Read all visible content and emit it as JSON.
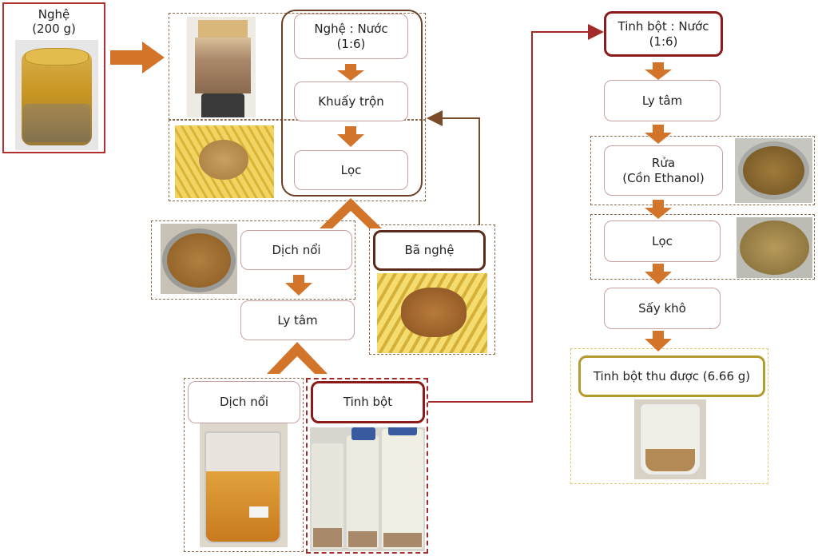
{
  "nodes": {
    "turmeric": "Nghệ\n(200 g)",
    "ratio1": "Nghệ : Nước\n(1:6)",
    "stir": "Khuấy trộn",
    "filter1": "Lọc",
    "supernatant1": "Dịch nổi",
    "residue": "Bã nghệ",
    "centrifuge1": "Ly tâm",
    "supernatant2": "Dịch nổi",
    "starch": "Tinh bột",
    "ratio2": "Tinh bột : Nước\n(1:6)",
    "centrifuge2": "Ly tâm",
    "wash": "Rửa\n(Cồn Ethanol)",
    "filter2": "Lọc",
    "dry": "Sấy khô",
    "result": "Tinh bột thu được (6.66 g)"
  },
  "colors": {
    "arrow_orange": "#d2752b",
    "connector_red": "#a52a2a",
    "connector_brown": "#7a4a2a",
    "box_border": "#c9a0a0"
  },
  "photos": {
    "turmeric": "turmeric-powder-jar",
    "blender": "blender-with-mixture",
    "filter_cloth": "filter-cloth-paste",
    "supernatant_bowl": "supernatant-bowl",
    "residue_cloth": "turmeric-residue-cloth",
    "beaker": "beaker-yellow-liquid",
    "starch_bottles": "starch-sediment-bottles",
    "wash_bowl": "ethanol-wash-bowl",
    "filter_dish": "filtered-starch-dish",
    "result_cup": "dried-starch-cup"
  }
}
